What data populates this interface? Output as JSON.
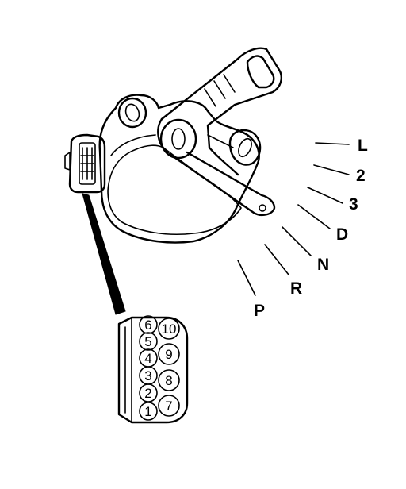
{
  "positions": [
    "L",
    "2",
    "3",
    "D",
    "N",
    "R",
    "P"
  ],
  "connector": {
    "left_column": [
      "6",
      "5",
      "4",
      "3",
      "2",
      "1"
    ],
    "right_column": [
      "10",
      "9",
      "8",
      "7"
    ]
  }
}
